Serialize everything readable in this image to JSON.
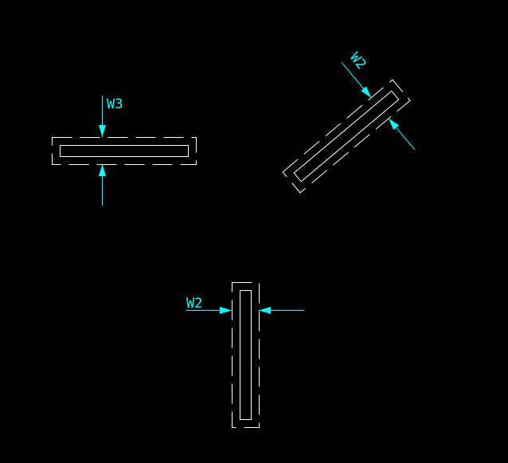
{
  "colors": {
    "background": "#000000",
    "outline": "#ffffff",
    "dimension": "#00ffff"
  },
  "labels": {
    "horizontal_dimension": "W3",
    "rotated_dimension": "W2",
    "vertical_dimension": "W2"
  },
  "rotated_angle_deg": 40
}
